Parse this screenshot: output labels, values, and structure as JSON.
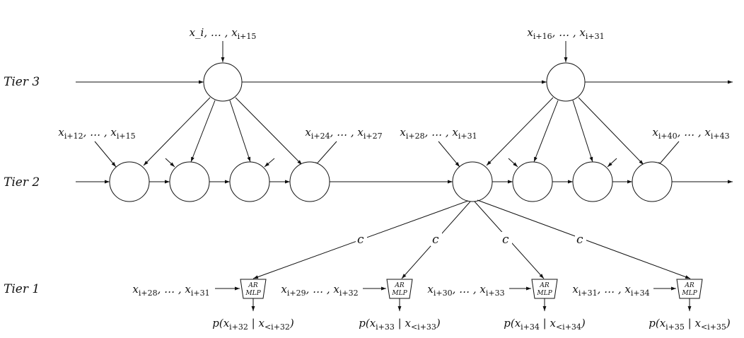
{
  "tiers": {
    "tier3": "Tier 3",
    "tier2": "Tier 2",
    "tier1": "Tier 1"
  },
  "tier3_inputs": [
    "x_i, … , x_{i+15}",
    "x_{i+16}, … , x_{i+31}"
  ],
  "tier2_inputs": [
    "x_{i+12}, … , x_{i+15}",
    "x_{i+24}, … , x_{i+27}",
    "x_{i+28}, … , x_{i+31}",
    "x_{i+40}, … , x_{i+43}"
  ],
  "tier1_inputs": [
    "x_{i+28}, … , x_{i+31}",
    "x_{i+29}, … , x_{i+32}",
    "x_{i+30}, … , x_{i+33}",
    "x_{i+31}, … , x_{i+34}"
  ],
  "tier1_outputs": [
    "p(x_{i+32} | x_{<i+32})",
    "p(x_{i+33} | x_{<i+33})",
    "p(x_{i+34} | x_{<i+34})",
    "p(x_{i+35} | x_{<i+35})"
  ],
  "conditioning_label": "c",
  "mlp_label": [
    "AR",
    "MLP"
  ]
}
